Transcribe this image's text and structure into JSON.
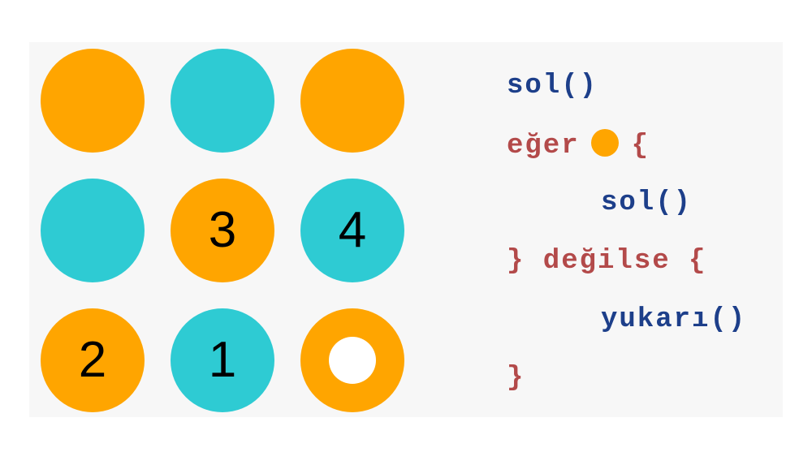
{
  "colors": {
    "orange": "#ffa500",
    "cyan": "#2ecbd3",
    "keyword": "#b34a4a",
    "call": "#1d3f8a"
  },
  "grid": [
    [
      {
        "color": "orange",
        "label": ""
      },
      {
        "color": "cyan",
        "label": ""
      },
      {
        "color": "orange",
        "label": ""
      }
    ],
    [
      {
        "color": "cyan",
        "label": ""
      },
      {
        "color": "orange",
        "label": "3"
      },
      {
        "color": "cyan",
        "label": "4"
      }
    ],
    [
      {
        "color": "orange",
        "label": "2"
      },
      {
        "color": "cyan",
        "label": "1"
      },
      {
        "color": "orange",
        "label": "",
        "ring": true
      }
    ]
  ],
  "code": {
    "line1": "sol()",
    "line2_kw": "eğer",
    "line2_dot_color": "orange",
    "line2_brace": "{",
    "line3": "sol()",
    "line4": "} değilse {",
    "line5": "yukarı()",
    "line6": "}"
  }
}
